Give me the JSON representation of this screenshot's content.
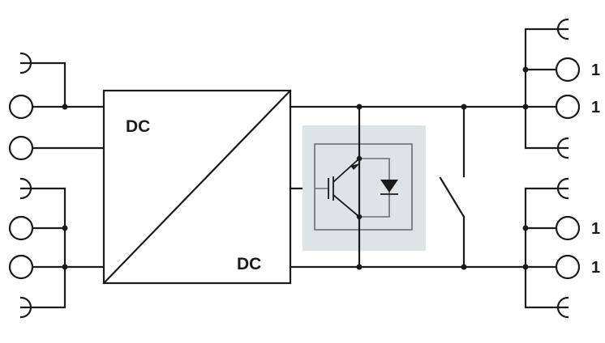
{
  "converter": {
    "input_label": "DC",
    "output_label": "DC"
  },
  "terminals": {
    "right_labels": [
      "1",
      "1",
      "1",
      "1"
    ]
  },
  "colors": {
    "line": "#1a1a1a",
    "module_fill": "#dde3e6",
    "module_border": "#6e6e6e"
  }
}
